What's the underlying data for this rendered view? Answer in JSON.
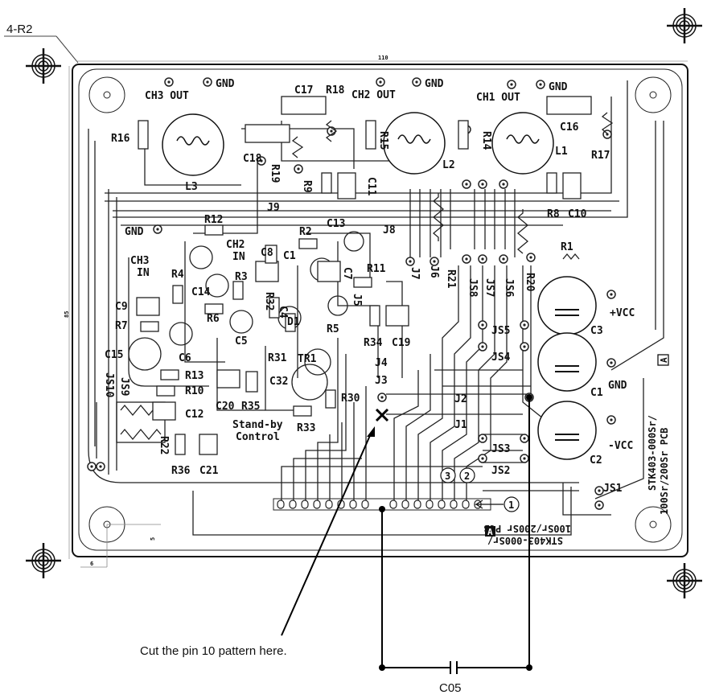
{
  "corner_label": "4-R2",
  "dims": {
    "width": "110",
    "height": "85",
    "offset_x": "6",
    "offset_y": "5"
  },
  "board_title_right": [
    "STK403-000Sr/",
    "100Sr/200Sr PCB"
  ],
  "board_title_bottom": [
    "STK403-000Sr/",
    "100Sr/200Sr PCB"
  ],
  "pcb_rev": "A",
  "connectors": {
    "ch3_out": "CH3 OUT",
    "ch2_out": "CH2 OUT",
    "ch1_out": "CH1 OUT",
    "gnd": "GND",
    "ch3_in": "CH3",
    "ch2_in": "CH2",
    "in": "IN",
    "vcc_pos": "+VCC",
    "vcc_neg": "-VCC",
    "standby": [
      "Stand-by",
      "Control"
    ]
  },
  "components": {
    "R16": "R16",
    "R18": "R18",
    "R15": "R15",
    "R14": "R14",
    "R17": "R17",
    "R19": "R19",
    "R9": "R9",
    "C17": "C17",
    "C18": "C18",
    "C11": "C11",
    "C16": "C16",
    "C13": "C13",
    "C10": "C10",
    "C8": "C8",
    "C9": "C9",
    "C14": "C14",
    "C5": "C5",
    "C6": "C6",
    "C15": "C15",
    "C12": "C12",
    "C21": "C21",
    "C20": "C20",
    "C32": "C32",
    "C19": "C19",
    "C7": "C7",
    "C4": "C4",
    "C3": "C3",
    "C2": "C2",
    "C1": "C1",
    "L1": "L1",
    "L2": "L2",
    "L3": "L3",
    "R12": "R12",
    "R2": "R2",
    "R11": "R11",
    "R8": "R8",
    "R1": "R1",
    "R4": "R4",
    "R3": "R3",
    "R32": "R32",
    "R6": "R6",
    "R7": "R7",
    "R5": "R5",
    "R34": "R34",
    "R31": "R31",
    "R13": "R13",
    "R10": "R10",
    "R35": "R35",
    "R33": "R33",
    "R30": "R30",
    "R36": "R36",
    "R22": "R22",
    "R21": "R21",
    "R20": "R20",
    "D1": "D1",
    "TR1": "TR1",
    "J9": "J9",
    "J8": "J8",
    "J7": "J7",
    "J6": "J6",
    "J5": "J5",
    "J4": "J4",
    "J3": "J3",
    "J2": "J2",
    "J1": "J1",
    "JS8": "JS8",
    "JS7": "JS7",
    "JS6": "JS6",
    "JS5": "JS5",
    "JS4": "JS4",
    "JS3": "JS3",
    "JS2": "JS2",
    "JS1": "JS1",
    "JS9": "JS9",
    "JS10": "JS10"
  },
  "pin_numbers": [
    "1",
    "2",
    "3"
  ],
  "annotation": "Cut the pin 10 pattern here.",
  "added_part": "C05"
}
